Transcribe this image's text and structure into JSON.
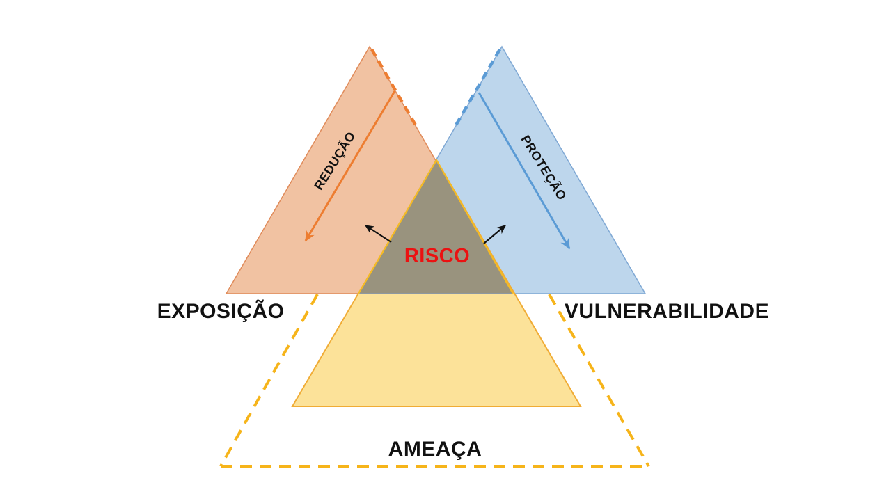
{
  "labels": {
    "risk": "RISCO",
    "exposure": "EXPOSIÇÃO",
    "vulnerability": "VULNERABILIDADE",
    "threat": "AMEAÇA",
    "reduction": "REDUÇÃO",
    "protection": "PROTEÇÃO"
  },
  "colors": {
    "background": "#FFFFFF",
    "exposure_fill": "#F1C2A2",
    "exposure_stroke": "#E08B5A",
    "exposure_accent": "#ED7D31",
    "vulnerability_fill": "#BDD6EC",
    "vulnerability_stroke": "#7FA8D4",
    "vulnerability_accent": "#5B9BD5",
    "threat_fill": "#FCE299",
    "threat_stroke": "#F0AC35",
    "threat_edge_bright": "#F5BB24",
    "threat_dash": "#F6B41A",
    "overlap_fill": "#99937E",
    "overlap_baseline": "#8A9AAC",
    "risk_text": "#EB1111",
    "label_text": "#111111",
    "black_arrow": "#111111"
  }
}
